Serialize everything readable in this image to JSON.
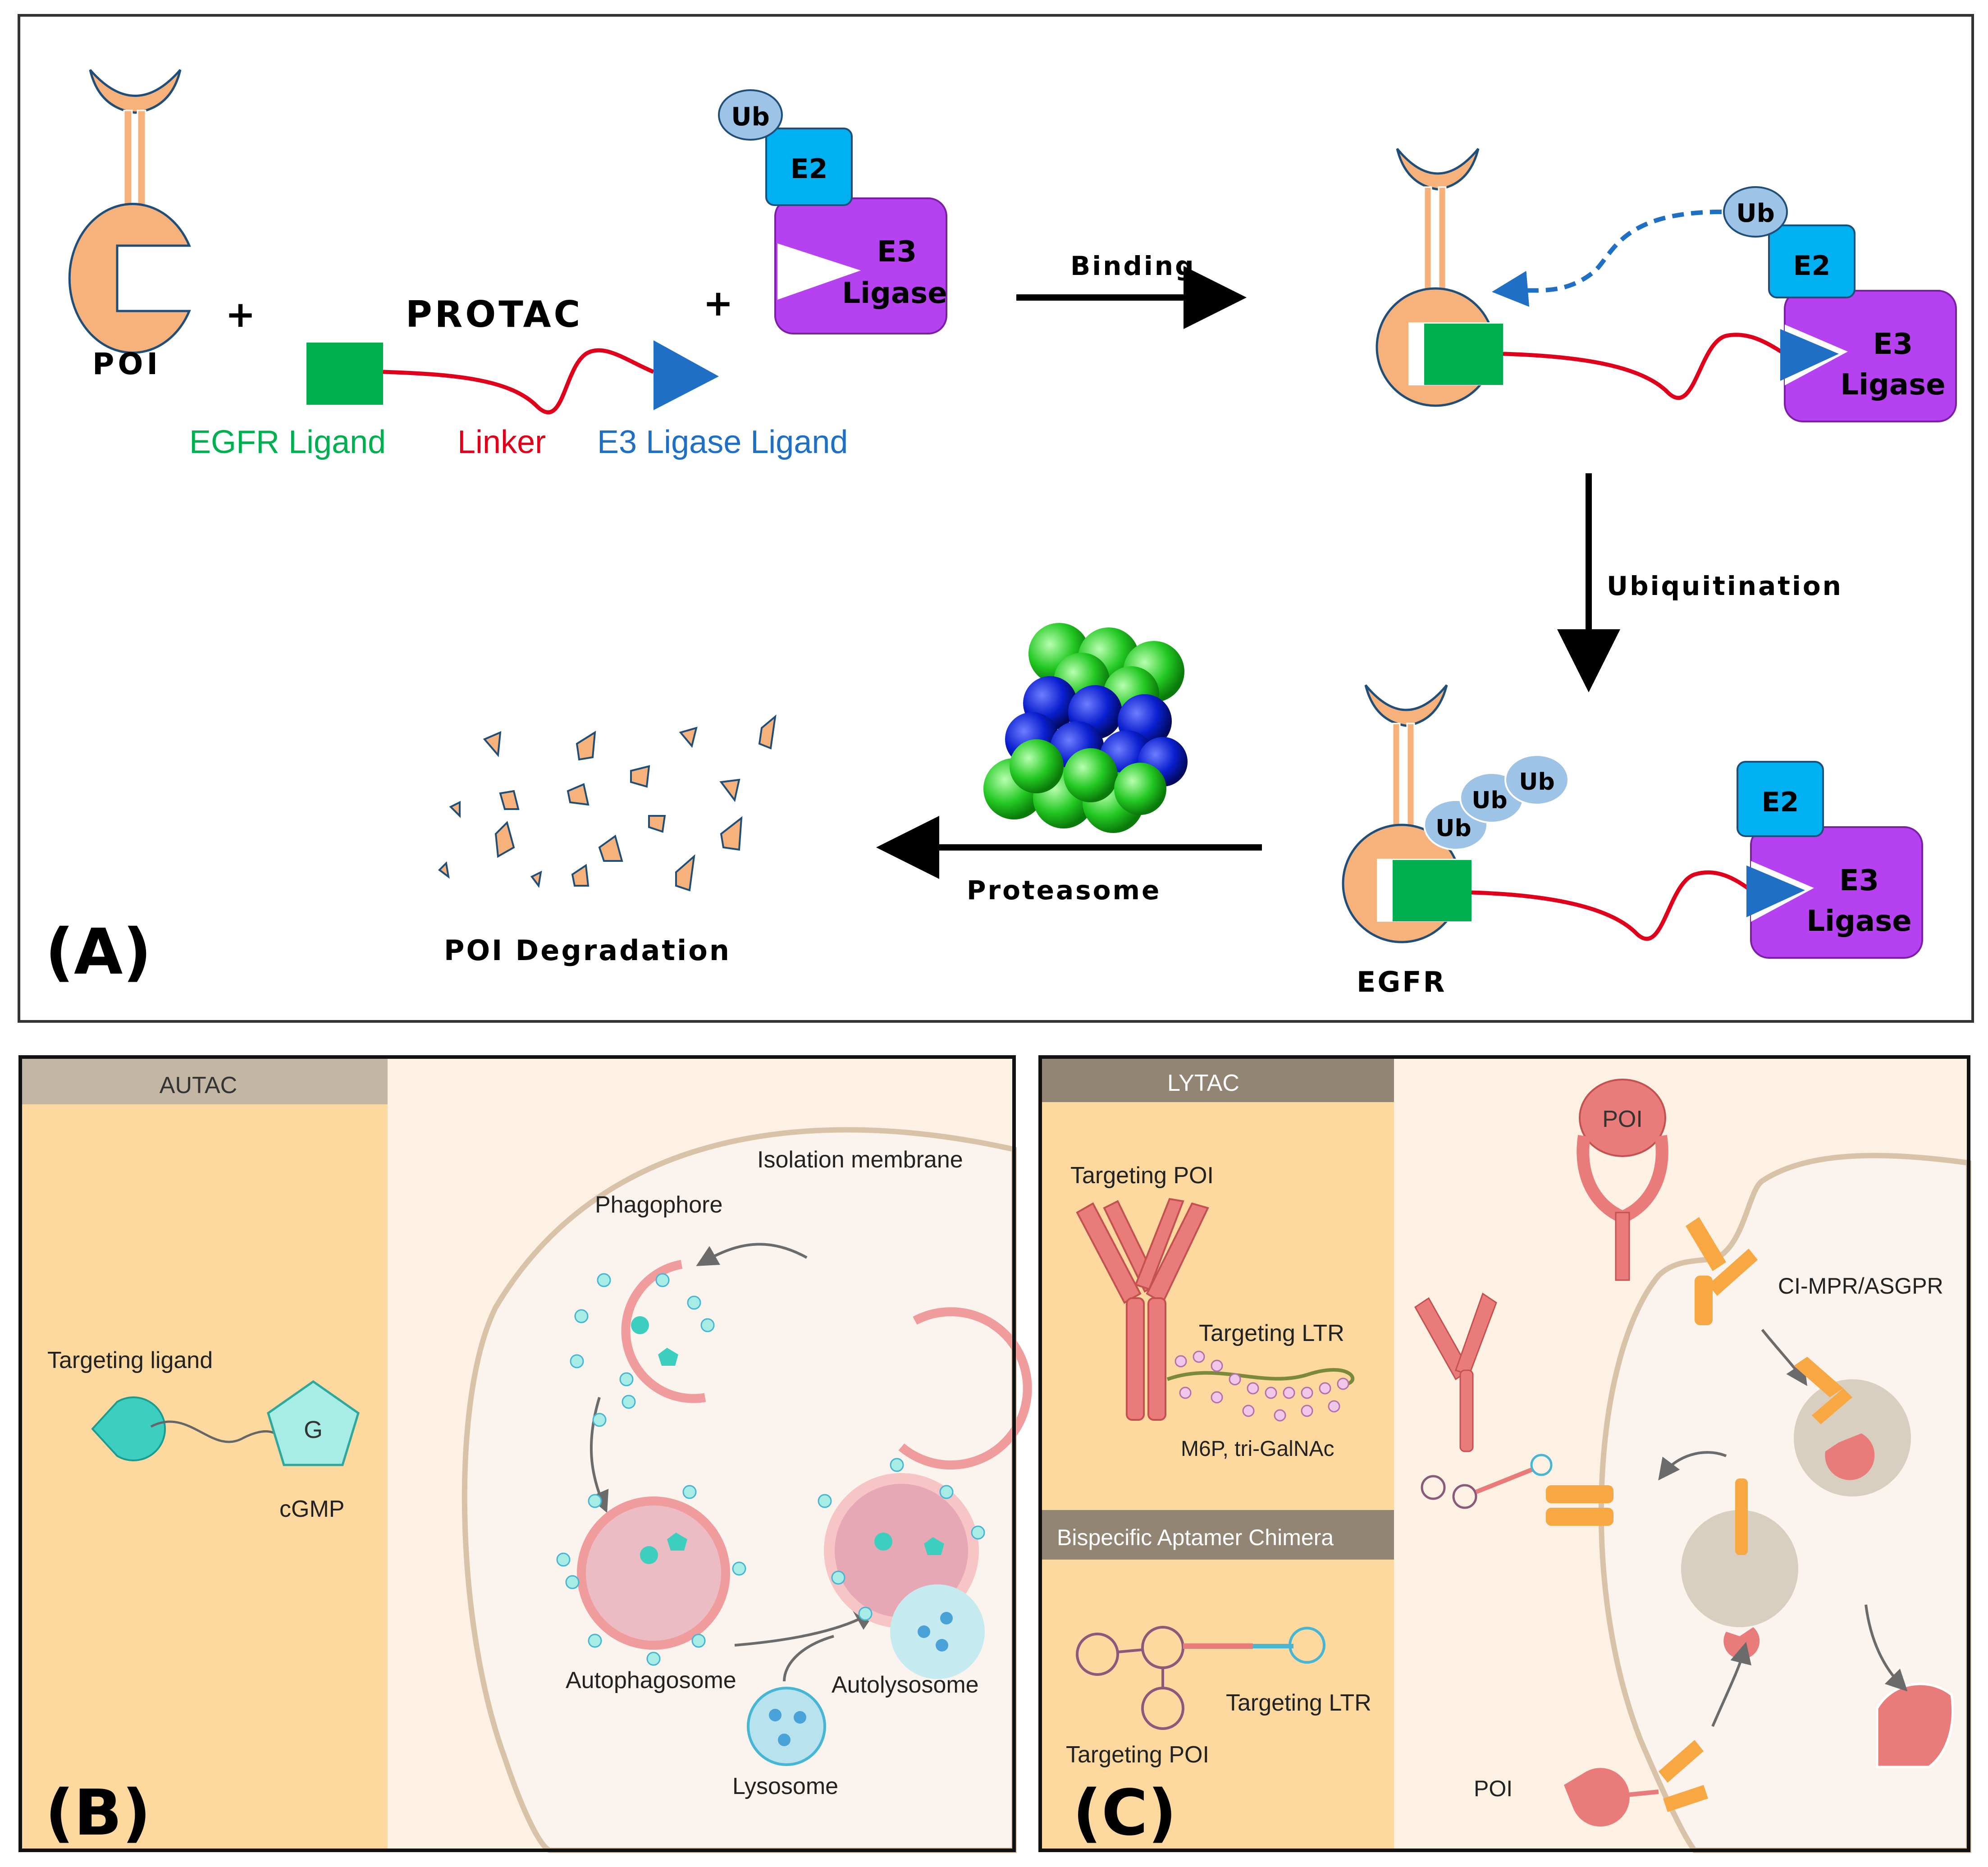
{
  "colors": {
    "poi": "#f7b27c",
    "poi_outline": "#1f4e79",
    "egfr_ligand": "#00b050",
    "linker": "#e0001b",
    "e3_ligand": "#1f6fc5",
    "e3": "#b541f0",
    "e2": "#00b0f0",
    "ub": "#9dc3e6",
    "proteasome_a": "#22c822",
    "proteasome_b": "#0a1fd0",
    "panel_left_bg": "#fdd9a0",
    "panel_right_bg": "#fdf1e3",
    "lysosome": "#a8dcea",
    "autophagosome": "#f0b3bb",
    "lytac_antibody": "#ea7b7b",
    "lytac_receptor": "#f7a843"
  },
  "panel_a": {
    "label": "(A)",
    "poi_label": "POI",
    "plus1": "+",
    "plus2": "+",
    "protac_label": "PROTAC",
    "egfr_ligand_label": "EGFR Ligand",
    "linker_label": "Linker",
    "e3_ligand_label": "E3 Ligase Ligand",
    "ub": "Ub",
    "e2": "E2",
    "e3_line1": "E3",
    "e3_line2": "Ligase",
    "binding": "Binding",
    "ubiquitination": "Ubiquitination",
    "proteasome": "Proteasome",
    "degradation": "POI Degradation",
    "egfr": "EGFR"
  },
  "panel_b": {
    "label": "(B)",
    "header": "AUTAC",
    "targeting_ligand": "Targeting ligand",
    "g": "G",
    "cgmp": "cGMP",
    "isolation_membrane": "Isolation membrane",
    "phagophore": "Phagophore",
    "autophagosome": "Autophagosome",
    "autolysosome": "Autolysosome",
    "lysosome": "Lysosome"
  },
  "panel_c": {
    "label": "(C)",
    "header": "LYTAC",
    "targeting_poi": "Targeting POI",
    "targeting_ltr": "Targeting LTR",
    "m6p": "M6P, tri-GalNAc",
    "bispecific_header": "Bispecific Aptamer Chimera",
    "targeting_ltr2": "Targeting LTR",
    "targeting_poi2": "Targeting POI",
    "poi_top": "POI",
    "poi_bottom": "POI",
    "receptor": "CI-MPR/ASGPR"
  }
}
